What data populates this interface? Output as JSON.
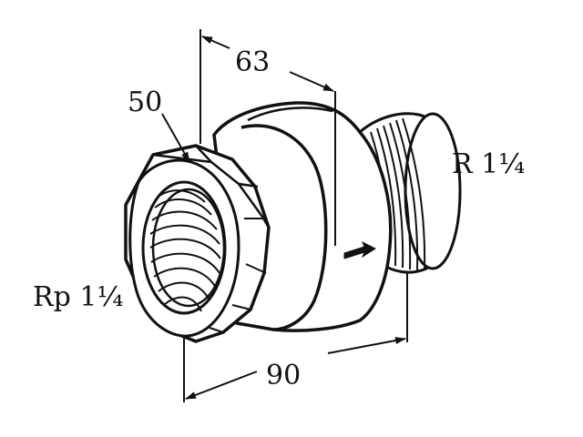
{
  "dimensions": {
    "length_top": "63",
    "hex_size": "50",
    "length_bottom": "90"
  },
  "threads": {
    "female_thread": "Rp 1¼",
    "male_thread": "R 1¼"
  },
  "colors": {
    "ink": "#111111",
    "paper": "#ffffff"
  },
  "icons": {
    "flow_direction": "arrow-right-icon"
  }
}
